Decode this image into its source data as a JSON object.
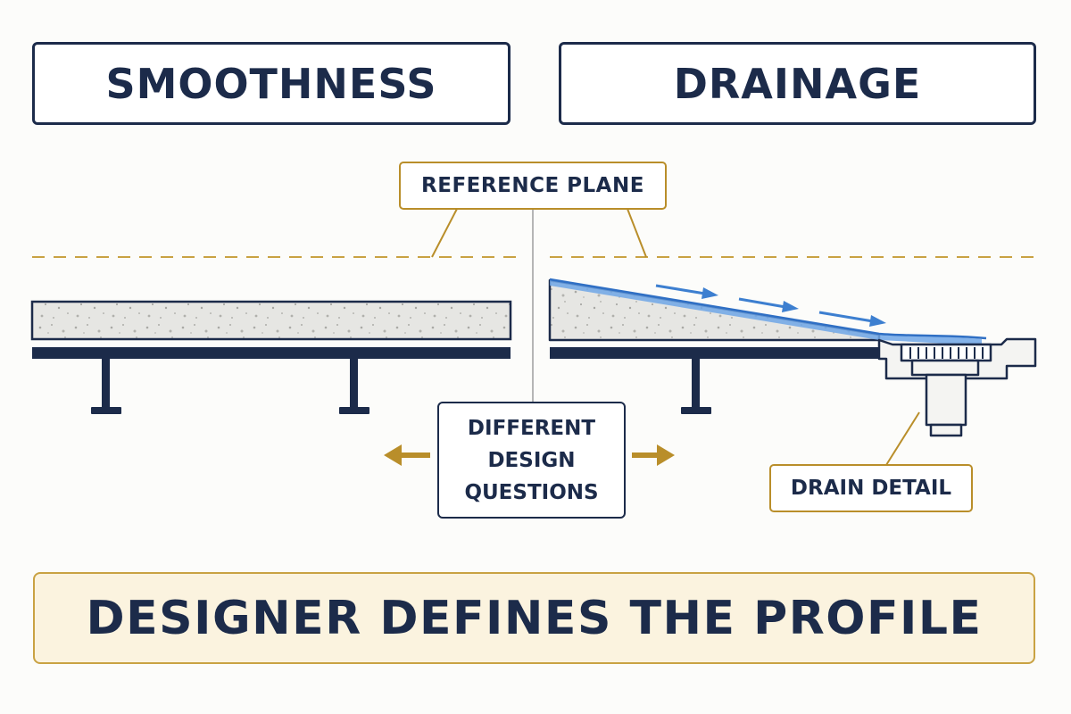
{
  "titles": {
    "left": "SMOOTHNESS",
    "right": "DRAINAGE"
  },
  "labels": {
    "reference_plane": "REFERENCE PLANE",
    "design_questions": [
      "DIFFERENT",
      "DESIGN",
      "QUESTIONS"
    ],
    "drain_detail": "DRAIN DETAIL"
  },
  "footer": {
    "banner": "DESIGNER DEFINES THE PROFILE"
  },
  "colors": {
    "navy": "#1c2b4a",
    "gold": "#b98e2a",
    "concrete": "#e4e4e1",
    "water": "#3d7fd0",
    "banner_bg": "#fbf3df"
  },
  "icons": [
    "arrow-left-icon",
    "arrow-right-icon",
    "flow-arrow-icon",
    "drain-icon",
    "steel-girder-icon"
  ]
}
